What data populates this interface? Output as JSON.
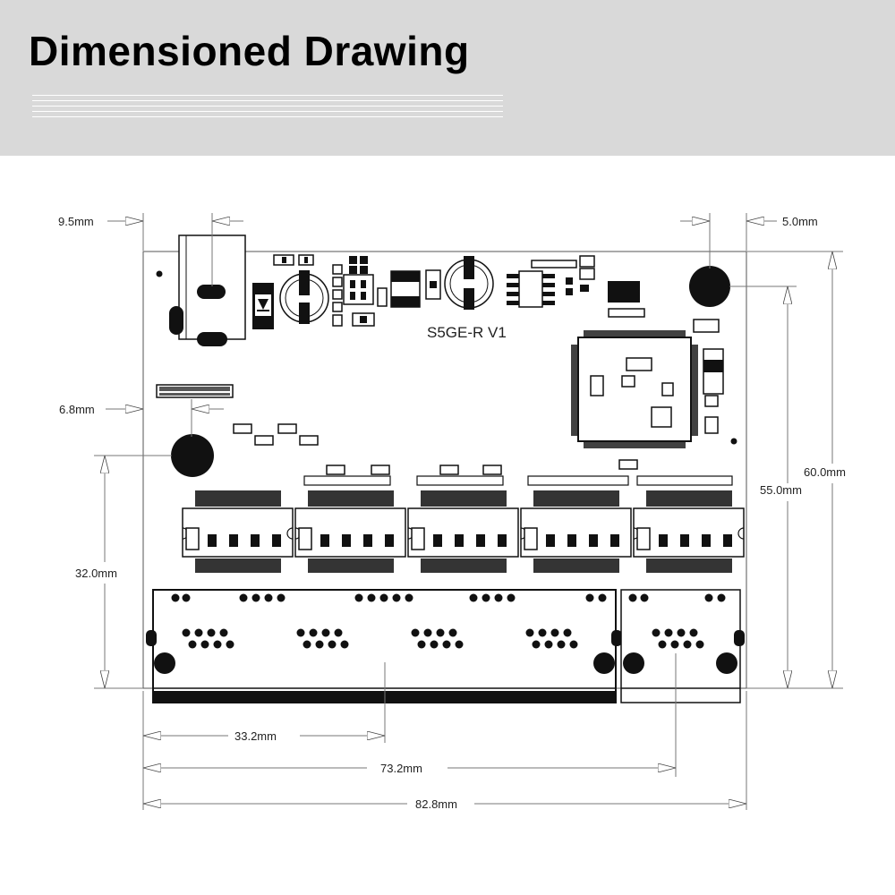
{
  "header": {
    "title": "Dimensioned Drawing"
  },
  "board": {
    "label": "S5GE-R V1"
  },
  "dimensions": {
    "left_hole_offset": "9.5mm",
    "right_hole_offset": "5.0mm",
    "upper_left_hole_from_top": "6.8mm",
    "board_height": "60.0mm",
    "right_hole_height": "55.0mm",
    "left_hole_height": "32.0mm",
    "first_port_width": "33.2mm",
    "uplink_center": "73.2mm",
    "board_width": "82.8mm"
  }
}
